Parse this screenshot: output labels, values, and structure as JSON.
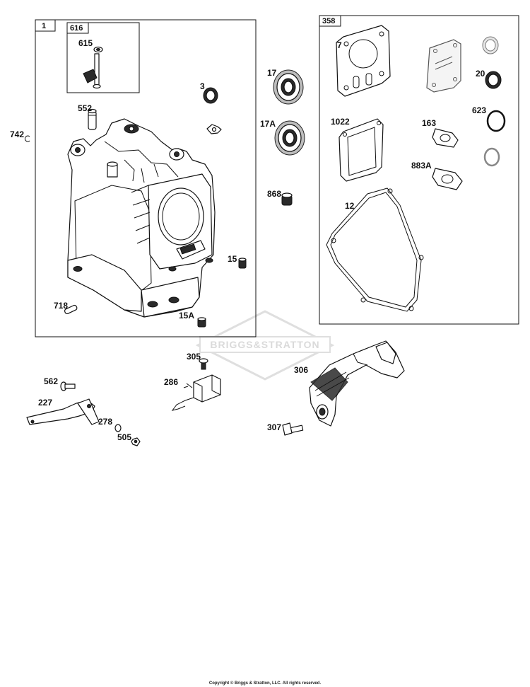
{
  "diagram": {
    "groups": [
      {
        "id": "1"
      },
      {
        "id": "616"
      },
      {
        "id": "358"
      }
    ],
    "parts": [
      "1",
      "616",
      "615",
      "552",
      "3",
      "742",
      "15",
      "718",
      "15A",
      "17",
      "17A",
      "868",
      "358",
      "7",
      "20",
      "623",
      "1022",
      "163",
      "883A",
      "12",
      "305",
      "286",
      "306",
      "307",
      "562",
      "227",
      "278",
      "505"
    ],
    "watermark": "BRIGGS&STRATTON",
    "footer": "Copyright © Briggs & Stratton, LLC. All rights reserved."
  }
}
